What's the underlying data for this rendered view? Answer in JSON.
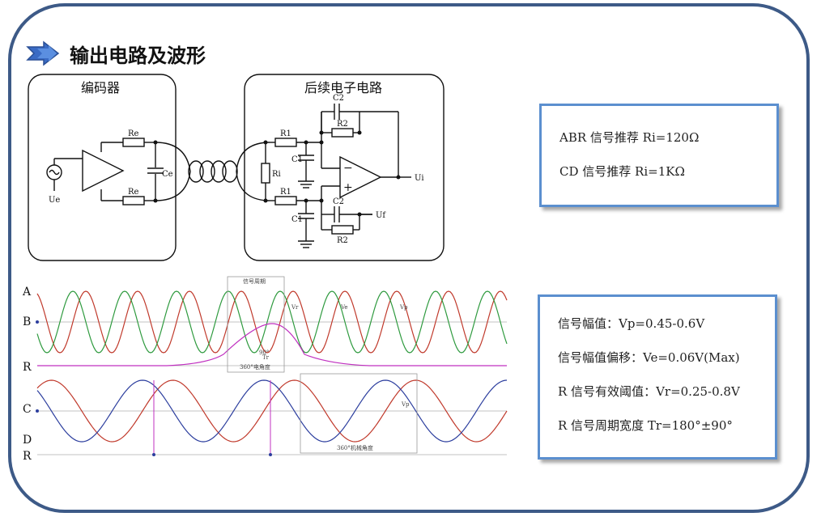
{
  "title": "输出电路及波形",
  "circuit": {
    "encoder_label": "编码器",
    "followup_label": "后续电子电路",
    "labels": {
      "re": "Re",
      "ce": "Ce",
      "ue": "Ue",
      "r1": "R1",
      "c1": "C1",
      "ri": "Ri",
      "c2": "C2",
      "r2": "R2",
      "ui": "Ui",
      "uf": "Uf",
      "minus": "−",
      "plus": "+"
    }
  },
  "waveforms": {
    "labels": {
      "a": "A",
      "b": "B",
      "r": "R",
      "c": "C",
      "d": "D"
    },
    "annotations": {
      "signal_period": "信号周期",
      "vr": "Vr",
      "ve": "Ve",
      "vp": "Vp",
      "vp2": "Vp",
      "deg90": "90°",
      "tr": "Tr",
      "elec_angle": "360°电角度",
      "mech_angle": "360°机械角度"
    },
    "colors": {
      "green": "#2e9a3e",
      "red": "#c0392b",
      "blue": "#2c3e9e",
      "magenta": "#c030c0"
    }
  },
  "info_top": {
    "lines": [
      "ABR 信号推荐 Ri=120Ω",
      "CD 信号推荐 Ri=1KΩ"
    ]
  },
  "info_bottom": {
    "lines": [
      "信号幅值：Vp=0.45-0.6V",
      "信号幅值偏移：Ve=0.06V(Max)",
      "R 信号有效阈值：Vr=0.25-0.8V",
      "R 信号周期宽度 Tr=180°±90°"
    ]
  }
}
